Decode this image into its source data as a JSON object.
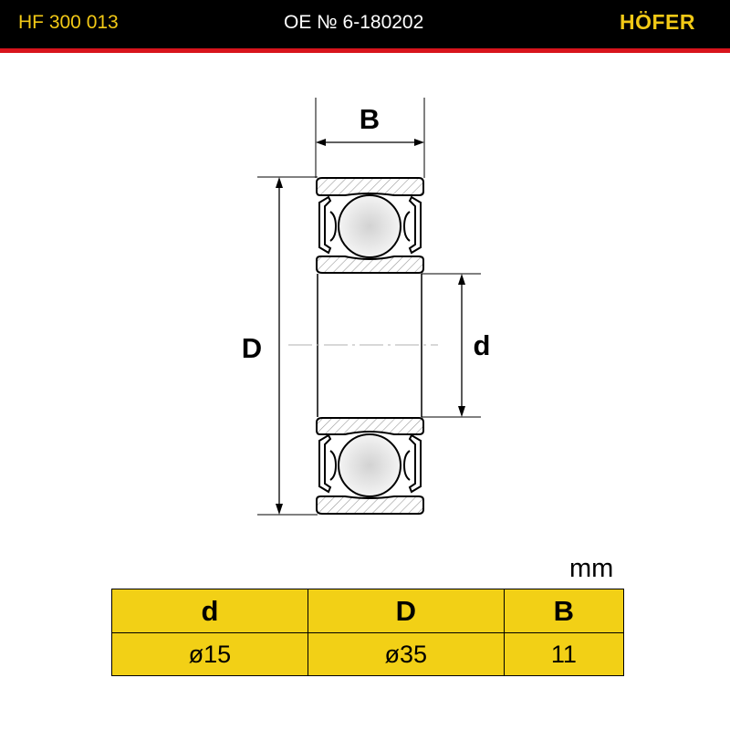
{
  "header": {
    "part_number": "HF 300 013",
    "oe_number": "OE №  6-180202",
    "brand": "HÖFER"
  },
  "diagram": {
    "labels": {
      "width": "B",
      "outer_diameter": "D",
      "inner_diameter": "d"
    }
  },
  "specs": {
    "unit": "mm",
    "headers": [
      "d",
      "D",
      "B"
    ],
    "values": [
      "ø15",
      "ø35",
      "11"
    ]
  },
  "colors": {
    "header_bg": "#000000",
    "accent_yellow": "#f2c916",
    "stripe_red": "#d8141c",
    "table_yellow": "#f2d016"
  }
}
